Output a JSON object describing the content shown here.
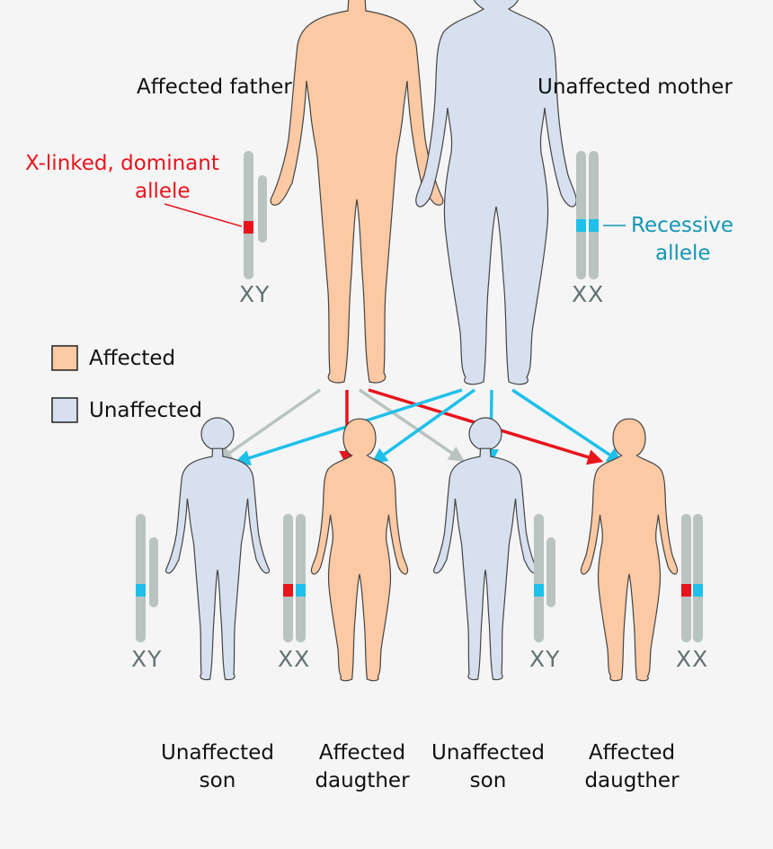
{
  "parents": {
    "father_label": "Affected father",
    "mother_label": "Unaffected mother",
    "father_chromosomes": "XY",
    "mother_chromosomes": "XX"
  },
  "alleles": {
    "dominant_line1": "X-linked, dominant",
    "dominant_line2": "allele",
    "recessive_line1": "Recessive",
    "recessive_line2": "allele"
  },
  "legend": {
    "affected": "Affected",
    "unaffected": "Unaffected"
  },
  "children": [
    {
      "line1": "Unaffected",
      "line2": "son",
      "chromosomes": "XY"
    },
    {
      "line1": "Affected",
      "line2": "daugther",
      "chromosomes": "XX"
    },
    {
      "line1": "Unaffected",
      "line2": "son",
      "chromosomes": "XY"
    },
    {
      "line1": "Affected",
      "line2": "daugther",
      "chromosomes": "XX"
    }
  ],
  "colors": {
    "affected": "#fbc9a3",
    "unaffected": "#d7e0ef",
    "dominant_allele": "#e8141c",
    "recessive_allele": "#1ec0ea",
    "chromosome": "#b9c4c0",
    "arrow_father_y": "#b9c4c0"
  }
}
